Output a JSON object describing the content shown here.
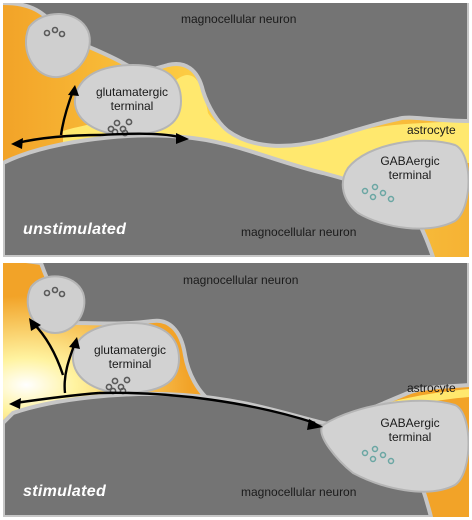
{
  "panels": [
    {
      "labels": {
        "neuron_top": "magnocellular neuron",
        "glut": "glutamatergic terminal",
        "astro": "astrocyte",
        "gaba": "GABAergic terminal",
        "neuron_bottom": "magnocellular neuron",
        "state": "unstimulated"
      }
    },
    {
      "labels": {
        "neuron_top": "magnocellular neuron",
        "glut": "glutamatergic terminal",
        "astro": "astrocyte",
        "gaba": "GABAergic terminal",
        "neuron_bottom": "magnocellular neuron",
        "state": "stimulated"
      }
    }
  ],
  "colors": {
    "neuron": "#747474",
    "terminal": "#cfcfcf",
    "astrocyte_edge": "#f2a328",
    "astrocyte_core": "#ffe56a",
    "membrane": "#bdbdbd",
    "arrow": "#000000",
    "glut_vesicle": "#5a5a5a",
    "gaba_vesicle": "#6aa6a3"
  }
}
